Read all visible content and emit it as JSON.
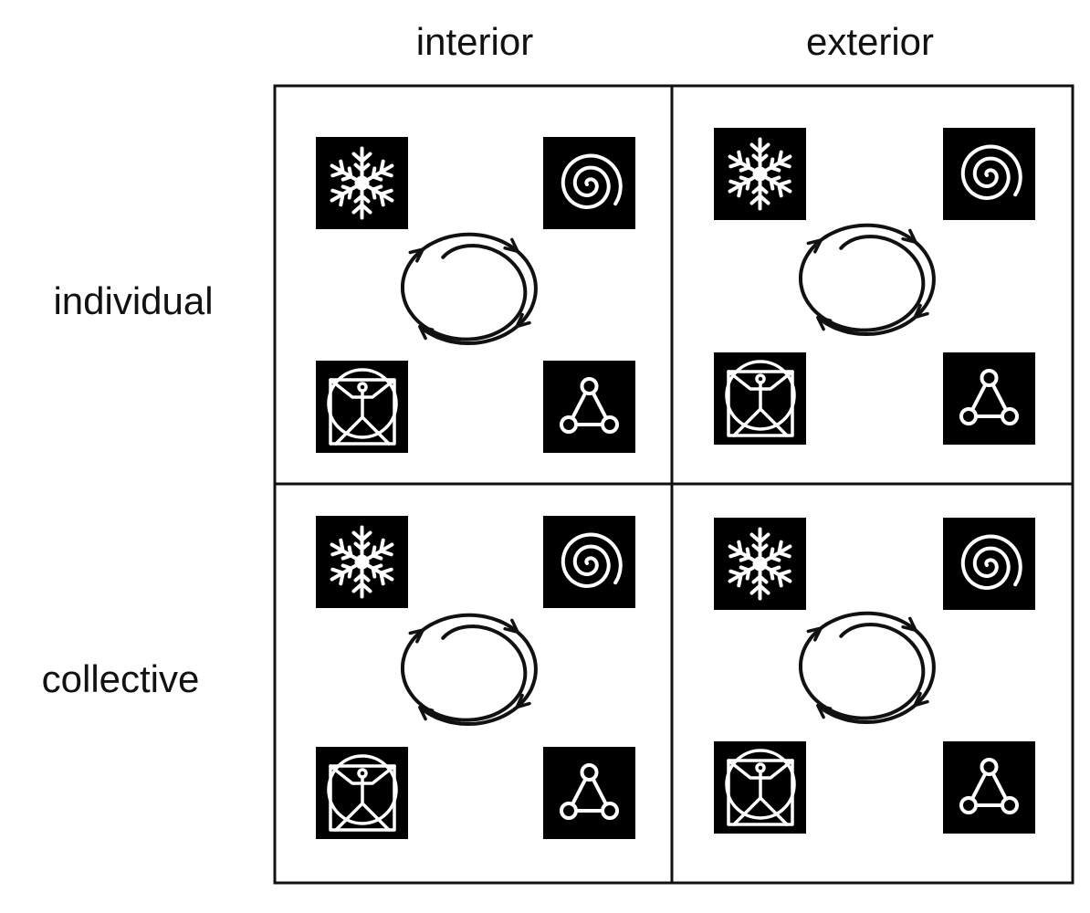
{
  "columns": [
    "interior",
    "exterior"
  ],
  "rows": [
    "individual",
    "collective"
  ],
  "cell_icons": [
    "snowflake-icon",
    "spiral-icon",
    "vitruvian-man-icon",
    "triangle-network-icon",
    "cycle-arrows-icon"
  ],
  "colors": {
    "icon_bg": "#000000",
    "icon_fg": "#ffffff",
    "line": "#111111"
  }
}
